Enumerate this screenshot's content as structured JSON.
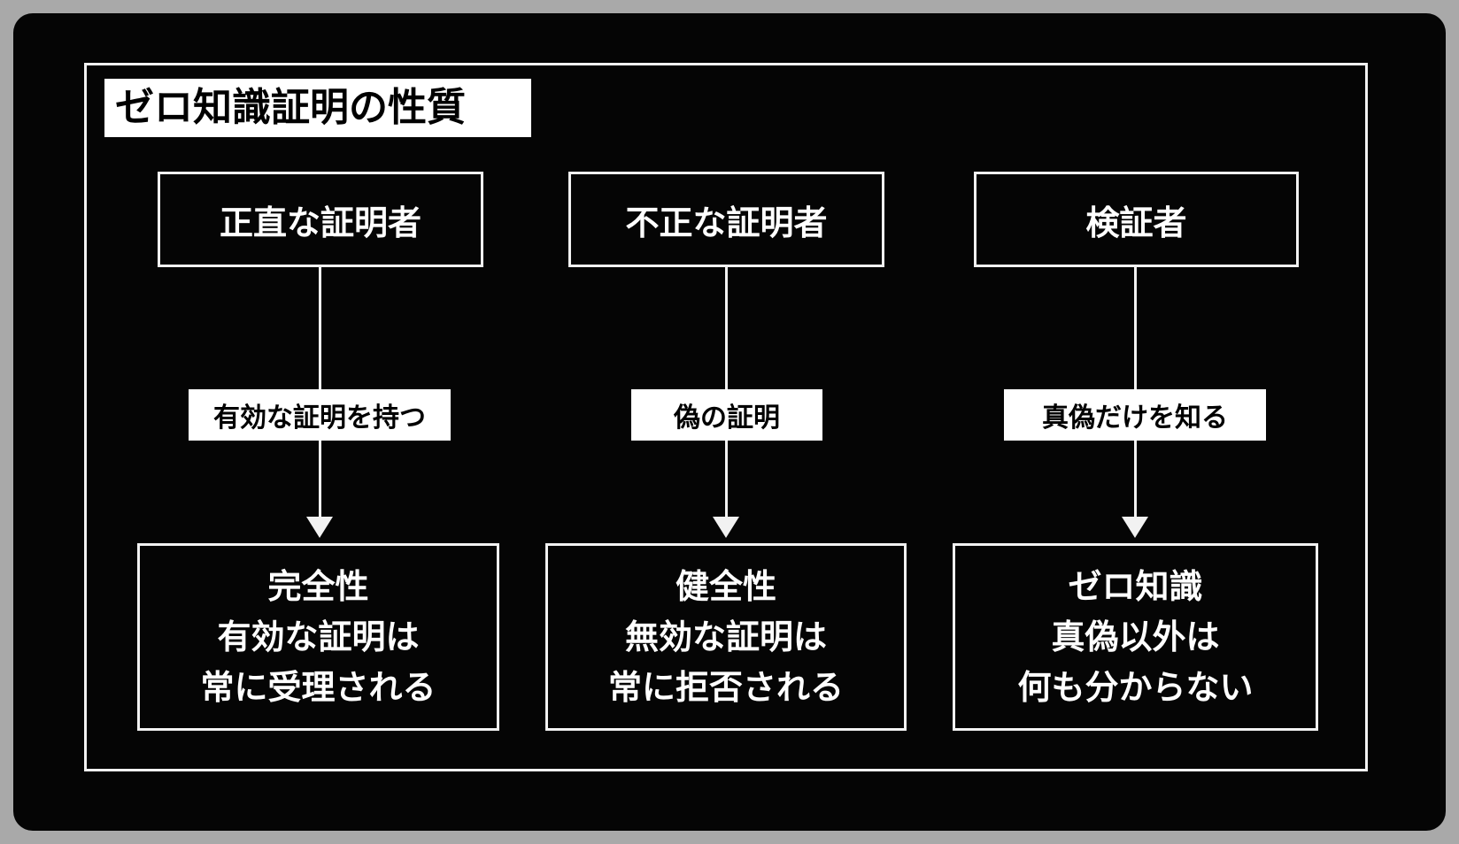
{
  "title": "ゼロ知識証明の性質",
  "columns": [
    {
      "top": "正直な証明者",
      "label": "有効な証明を持つ",
      "bottom": [
        "完全性",
        "有効な証明は",
        "常に受理される"
      ]
    },
    {
      "top": "不正な証明者",
      "label": "偽の証明",
      "bottom": [
        "健全性",
        "無効な証明は",
        "常に拒否される"
      ]
    },
    {
      "top": "検証者",
      "label": "真偽だけを知る",
      "bottom": [
        "ゼロ知識",
        "真偽以外は",
        "何も分からない"
      ]
    }
  ]
}
